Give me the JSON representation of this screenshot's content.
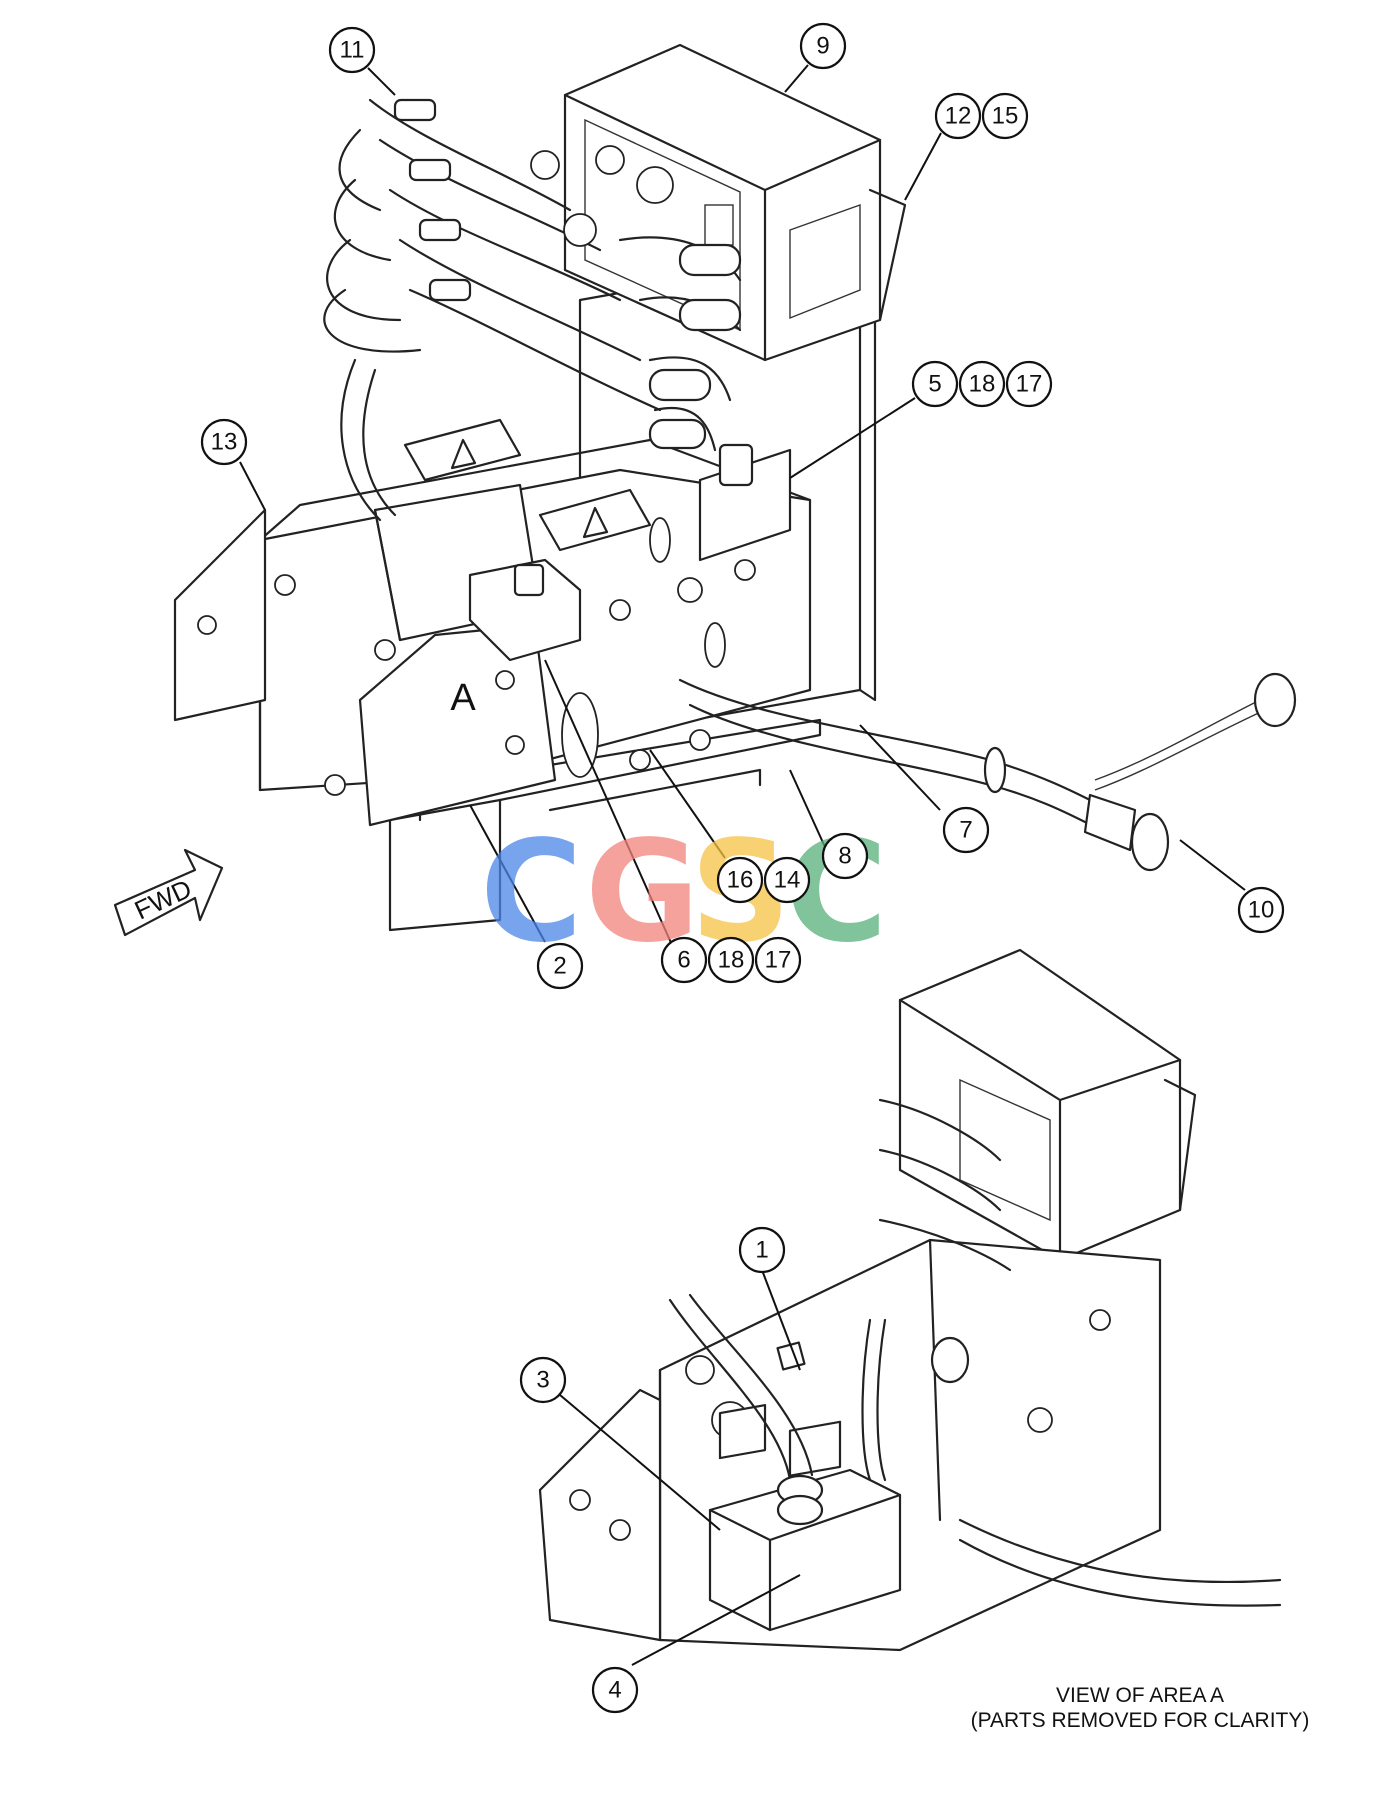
{
  "main_view": {
    "area_label": "A",
    "fwd_label": "FWD"
  },
  "detail_view": {
    "caption_line1": "VIEW OF AREA A",
    "caption_line2": "(PARTS REMOVED FOR CLARITY)"
  },
  "callouts": [
    {
      "id": "11",
      "label": "11"
    },
    {
      "id": "9",
      "label": "9"
    },
    {
      "id": "12",
      "label": "12"
    },
    {
      "id": "15",
      "label": "15"
    },
    {
      "id": "5",
      "label": "5"
    },
    {
      "id": "18a",
      "label": "18"
    },
    {
      "id": "17a",
      "label": "17"
    },
    {
      "id": "13",
      "label": "13"
    },
    {
      "id": "7",
      "label": "7"
    },
    {
      "id": "10",
      "label": "10"
    },
    {
      "id": "8",
      "label": "8"
    },
    {
      "id": "16",
      "label": "16"
    },
    {
      "id": "14",
      "label": "14"
    },
    {
      "id": "2",
      "label": "2"
    },
    {
      "id": "6",
      "label": "6"
    },
    {
      "id": "18b",
      "label": "18"
    },
    {
      "id": "17b",
      "label": "17"
    },
    {
      "id": "1",
      "label": "1"
    },
    {
      "id": "3",
      "label": "3"
    },
    {
      "id": "4",
      "label": "4"
    }
  ],
  "watermark": {
    "letters": [
      "C",
      "G",
      "S",
      "C"
    ],
    "colors": [
      "#4a86e8",
      "#f4847c",
      "#f6c343",
      "#57b07a"
    ]
  }
}
